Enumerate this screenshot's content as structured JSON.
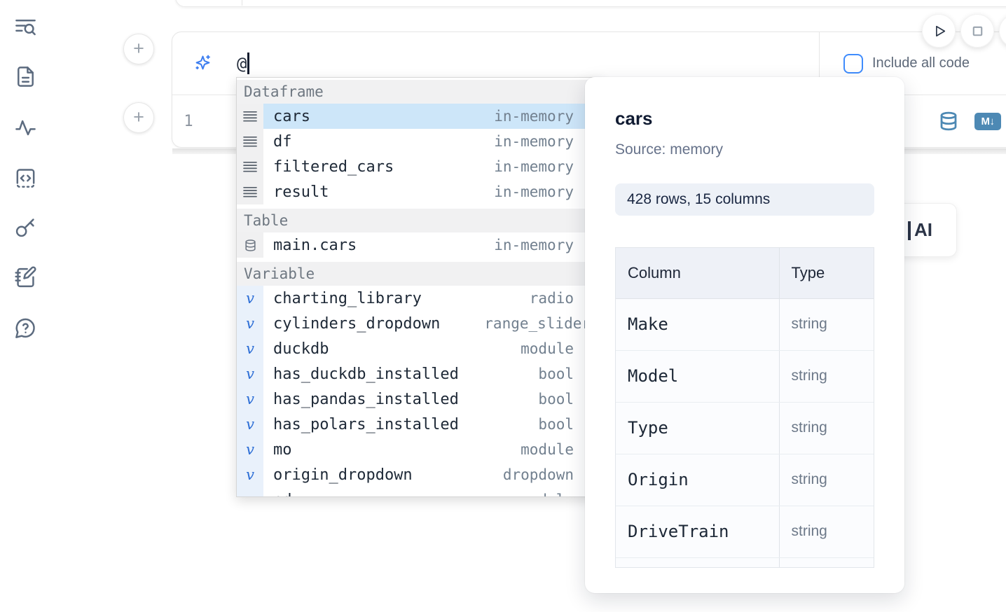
{
  "sidebar": {
    "icons": [
      {
        "name": "list-search-icon"
      },
      {
        "name": "file-icon"
      },
      {
        "name": "activity-icon"
      },
      {
        "name": "code-cell-icon"
      },
      {
        "name": "key-icon"
      },
      {
        "name": "notebook-pen-icon"
      },
      {
        "name": "help-icon"
      }
    ]
  },
  "cell": {
    "add_button_glyph": "+",
    "prompt": {
      "value": "@"
    },
    "include_all_code": {
      "label": "Include all code",
      "checked": false
    },
    "editor": {
      "line_number": "1"
    },
    "markdown_badge": "M↓"
  },
  "ai_button": {
    "label": "AI"
  },
  "autocomplete": {
    "sections": [
      {
        "label": "Dataframe",
        "items": [
          {
            "name": "cars",
            "type": "in-memory",
            "icon": "dataframe-icon",
            "selected": true
          },
          {
            "name": "df",
            "type": "in-memory",
            "icon": "dataframe-icon",
            "selected": false
          },
          {
            "name": "filtered_cars",
            "type": "in-memory",
            "icon": "dataframe-icon",
            "selected": false
          },
          {
            "name": "result",
            "type": "in-memory",
            "icon": "dataframe-icon",
            "selected": false
          }
        ]
      },
      {
        "label": "Table",
        "items": [
          {
            "name": "main.cars",
            "type": "in-memory",
            "icon": "table-icon",
            "selected": false
          }
        ]
      },
      {
        "label": "Variable",
        "items": [
          {
            "name": "charting_library",
            "type": "radio",
            "icon": "variable-icon",
            "selected": false
          },
          {
            "name": "cylinders_dropdown",
            "type": "range_slider",
            "icon": "variable-icon",
            "selected": false
          },
          {
            "name": "duckdb",
            "type": "module",
            "icon": "variable-icon",
            "selected": false
          },
          {
            "name": "has_duckdb_installed",
            "type": "bool",
            "icon": "variable-icon",
            "selected": false
          },
          {
            "name": "has_pandas_installed",
            "type": "bool",
            "icon": "variable-icon",
            "selected": false
          },
          {
            "name": "has_polars_installed",
            "type": "bool",
            "icon": "variable-icon",
            "selected": false
          },
          {
            "name": "mo",
            "type": "module",
            "icon": "variable-icon",
            "selected": false
          },
          {
            "name": "origin_dropdown",
            "type": "dropdown",
            "icon": "variable-icon",
            "selected": false
          },
          {
            "name": "pd",
            "type": "module",
            "icon": "variable-icon",
            "selected": false
          }
        ]
      }
    ]
  },
  "popup": {
    "title": "cars",
    "source": "Source: memory",
    "shape": "428 rows, 15 columns",
    "table": {
      "headers": [
        "Column",
        "Type"
      ],
      "rows": [
        {
          "column": "Make",
          "type": "string"
        },
        {
          "column": "Model",
          "type": "string"
        },
        {
          "column": "Type",
          "type": "string"
        },
        {
          "column": "Origin",
          "type": "string"
        },
        {
          "column": "DriveTrain",
          "type": "string"
        }
      ]
    }
  },
  "colors": {
    "accent_blue": "#3d7ef0",
    "steel_blue": "#4d89b4",
    "selection_blue": "#cde6f9",
    "checkbox_blue": "#3f8cfd"
  }
}
